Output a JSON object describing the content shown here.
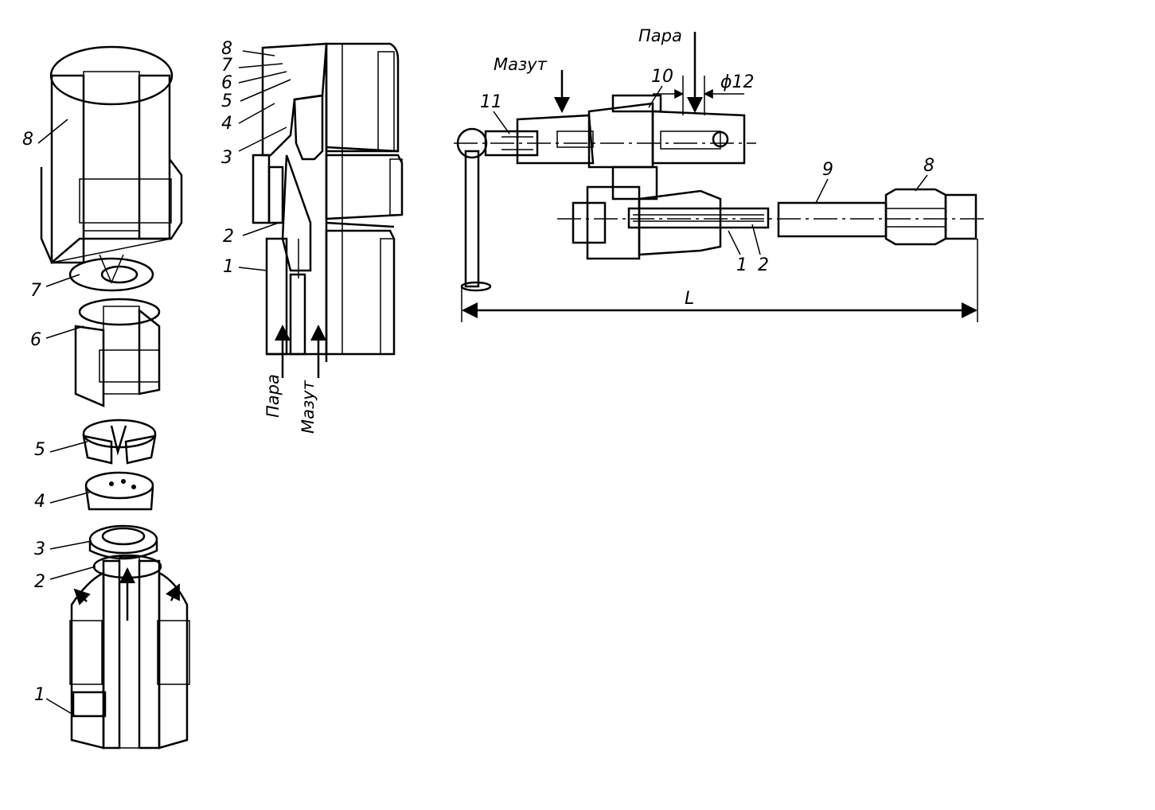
{
  "exploded_view": {
    "labels": [
      "8",
      "7",
      "6",
      "5",
      "4",
      "3",
      "2",
      "1"
    ]
  },
  "section_view": {
    "labels": [
      "8",
      "7",
      "6",
      "5",
      "4",
      "3",
      "2",
      "1"
    ],
    "inlet_steam": "Пара",
    "inlet_fuel": "Мазут"
  },
  "assembly_view": {
    "fuel_label": "Мазут",
    "steam_label": "Пара",
    "diameter_label": "ϕ12",
    "labels": [
      "11",
      "10",
      "9",
      "8",
      "1",
      "2"
    ],
    "length_label": "L"
  }
}
